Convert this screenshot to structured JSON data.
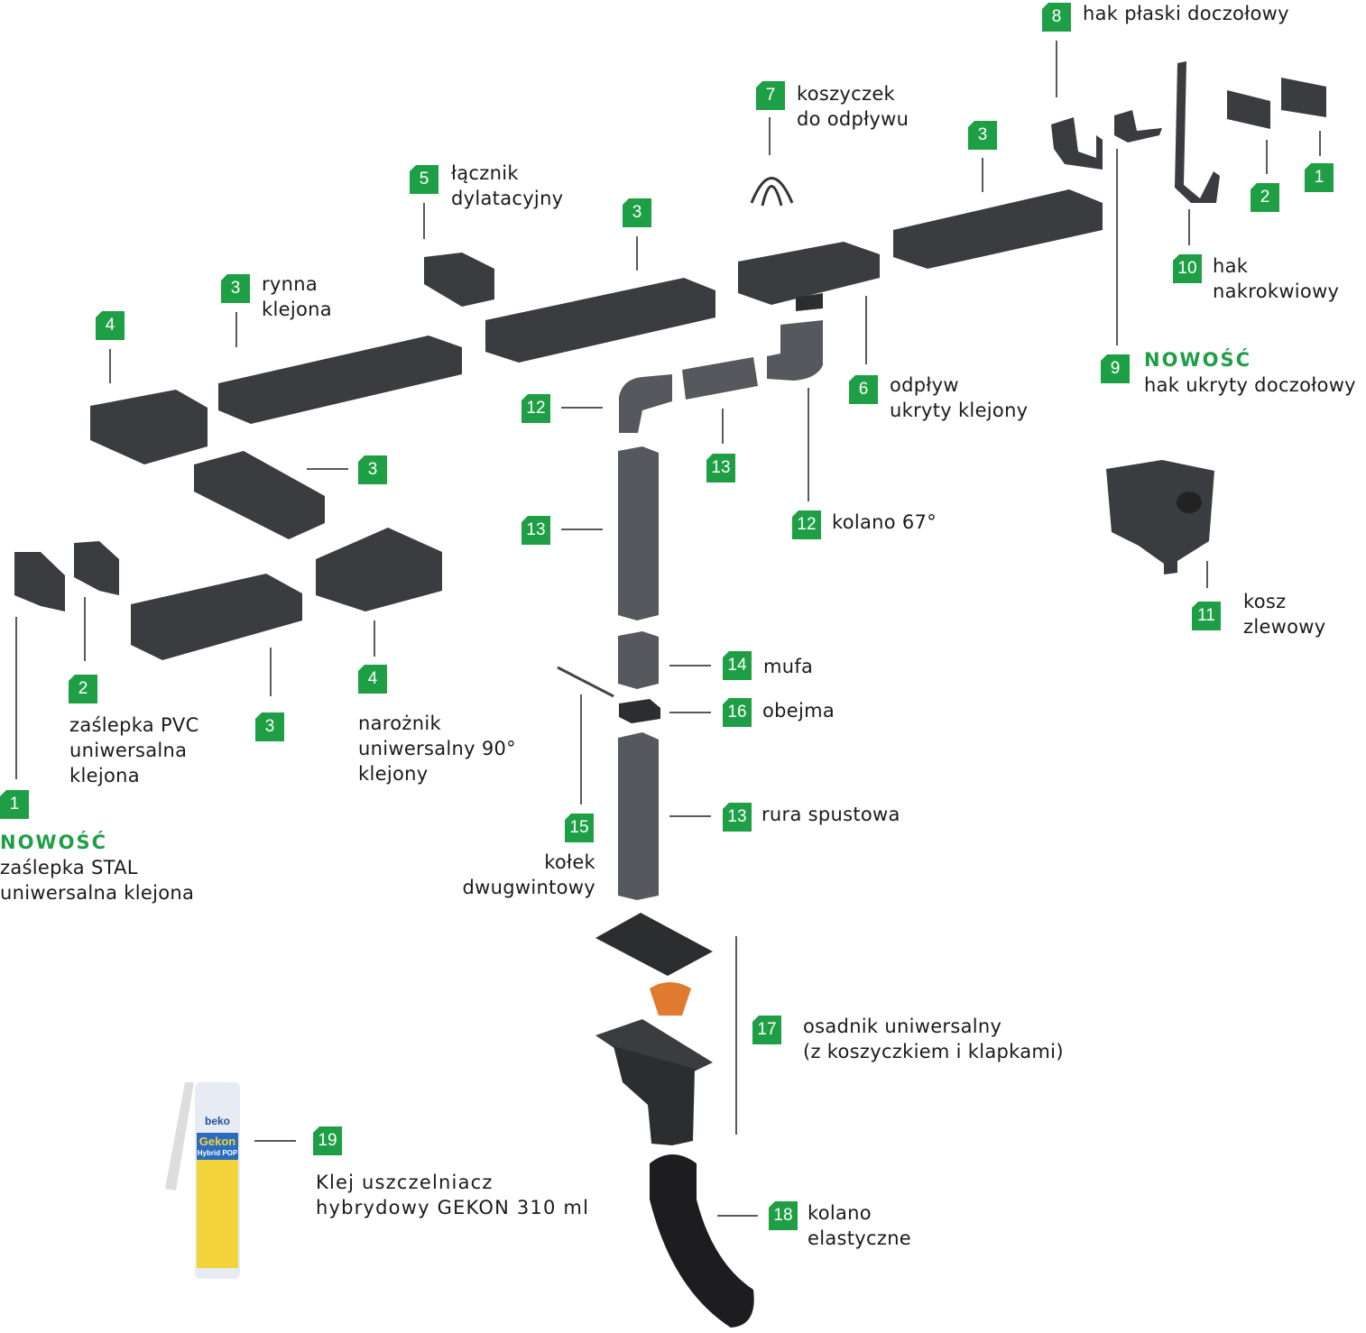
{
  "badges": [
    "8",
    "7",
    "3",
    "5",
    "3",
    "3",
    "4",
    "12",
    "13",
    "3",
    "13",
    "12",
    "6",
    "9",
    "10",
    "2",
    "1",
    "11",
    "2",
    "3",
    "4",
    "1",
    "14",
    "16",
    "13",
    "15",
    "17",
    "19",
    "18"
  ],
  "labels": {
    "hak_plaski": [
      "hak płaski doczołowy"
    ],
    "koszyczek": [
      "koszyczek",
      "do odpływu"
    ],
    "lacznik": [
      "łącznik",
      "dylatacyjny"
    ],
    "rynna": [
      "rynna",
      "klejona"
    ],
    "odplyw": [
      "odpływ",
      "ukryty klejony"
    ],
    "hak_ukryty": {
      "badge": "NOWOŚĆ",
      "text": "hak ukryty doczołowy"
    },
    "hak_nakrokwiowy": [
      "hak",
      "nakrokwiowy"
    ],
    "kolano67": [
      "kolano 67°"
    ],
    "kosz": [
      "kosz",
      "zlewowy"
    ],
    "zaslepka_pvc": [
      "zaślepka PVC",
      "uniwersalna",
      "klejona"
    ],
    "naroznik": [
      "narożnik",
      "uniwersalny 90°",
      "klejony"
    ],
    "zaslepka_stal": {
      "badge": "NOWOŚĆ",
      "lines": [
        "zaślepka STAL",
        "uniwersalna klejona"
      ]
    },
    "mufa": [
      "mufa"
    ],
    "obejma": [
      "obejma"
    ],
    "rura": [
      "rura spustowa"
    ],
    "kolek": [
      "kołek",
      "dwugwintowy"
    ],
    "osadnik": [
      "osadnik uniwersalny",
      "(z koszyczkiem i klapkami)"
    ],
    "klej": [
      "Klej uszczelniacz",
      "hybrydowy GEKON 310 ml"
    ],
    "kolano_elastyczne": [
      "kolano",
      "elastyczne"
    ]
  },
  "product_brand": {
    "maker": "beko",
    "name": "Gekon",
    "sub": "Hybrid POP"
  },
  "colors": {
    "accent": "#1f9f45",
    "part": "#3b3c3f",
    "pipe": "#55585c"
  }
}
